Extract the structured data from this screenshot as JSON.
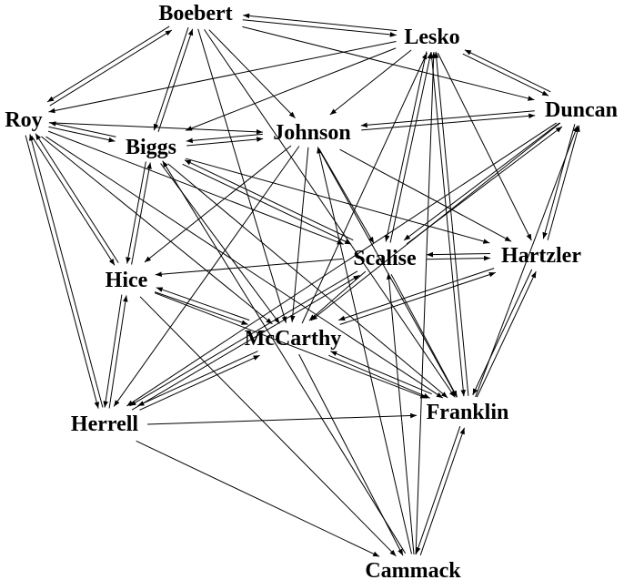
{
  "graph": {
    "nodes": [
      {
        "id": "boebert",
        "label": "Boebert"
      },
      {
        "id": "lesko",
        "label": "Lesko"
      },
      {
        "id": "roy",
        "label": "Roy"
      },
      {
        "id": "duncan",
        "label": "Duncan"
      },
      {
        "id": "johnson",
        "label": "Johnson"
      },
      {
        "id": "biggs",
        "label": "Biggs"
      },
      {
        "id": "scalise",
        "label": "Scalise"
      },
      {
        "id": "hartzler",
        "label": "Hartzler"
      },
      {
        "id": "hice",
        "label": "Hice"
      },
      {
        "id": "mccarthy",
        "label": "McCarthy"
      },
      {
        "id": "herrell",
        "label": "Herrell"
      },
      {
        "id": "franklin",
        "label": "Franklin"
      },
      {
        "id": "cammack",
        "label": "Cammack"
      }
    ],
    "edges": [
      [
        "boebert",
        "lesko"
      ],
      [
        "lesko",
        "boebert"
      ],
      [
        "boebert",
        "roy"
      ],
      [
        "roy",
        "boebert"
      ],
      [
        "boebert",
        "biggs"
      ],
      [
        "biggs",
        "boebert"
      ],
      [
        "boebert",
        "johnson"
      ],
      [
        "boebert",
        "mccarthy"
      ],
      [
        "boebert",
        "franklin"
      ],
      [
        "boebert",
        "duncan"
      ],
      [
        "lesko",
        "roy"
      ],
      [
        "lesko",
        "duncan"
      ],
      [
        "duncan",
        "lesko"
      ],
      [
        "lesko",
        "johnson"
      ],
      [
        "lesko",
        "biggs"
      ],
      [
        "lesko",
        "hartzler"
      ],
      [
        "lesko",
        "franklin"
      ],
      [
        "lesko",
        "scalise"
      ],
      [
        "roy",
        "biggs"
      ],
      [
        "biggs",
        "roy"
      ],
      [
        "roy",
        "johnson"
      ],
      [
        "roy",
        "hice"
      ],
      [
        "hice",
        "roy"
      ],
      [
        "roy",
        "herrell"
      ],
      [
        "herrell",
        "roy"
      ],
      [
        "roy",
        "mccarthy"
      ],
      [
        "roy",
        "scalise"
      ],
      [
        "roy",
        "franklin"
      ],
      [
        "biggs",
        "johnson"
      ],
      [
        "johnson",
        "biggs"
      ],
      [
        "biggs",
        "hice"
      ],
      [
        "hice",
        "biggs"
      ],
      [
        "biggs",
        "mccarthy"
      ],
      [
        "biggs",
        "scalise"
      ],
      [
        "scalise",
        "biggs"
      ],
      [
        "biggs",
        "hartzler"
      ],
      [
        "biggs",
        "franklin"
      ],
      [
        "johnson",
        "duncan"
      ],
      [
        "duncan",
        "johnson"
      ],
      [
        "johnson",
        "scalise"
      ],
      [
        "johnson",
        "mccarthy"
      ],
      [
        "johnson",
        "hice"
      ],
      [
        "johnson",
        "hartzler"
      ],
      [
        "johnson",
        "herrell"
      ],
      [
        "johnson",
        "franklin"
      ],
      [
        "duncan",
        "hartzler"
      ],
      [
        "hartzler",
        "duncan"
      ],
      [
        "duncan",
        "scalise"
      ],
      [
        "duncan",
        "mccarthy"
      ],
      [
        "duncan",
        "herrell"
      ],
      [
        "scalise",
        "hartzler"
      ],
      [
        "hartzler",
        "scalise"
      ],
      [
        "scalise",
        "hice"
      ],
      [
        "scalise",
        "mccarthy"
      ],
      [
        "scalise",
        "herrell"
      ],
      [
        "scalise",
        "lesko"
      ],
      [
        "scalise",
        "duncan"
      ],
      [
        "scalise",
        "franklin"
      ],
      [
        "hartzler",
        "mccarthy"
      ],
      [
        "mccarthy",
        "hartzler"
      ],
      [
        "hartzler",
        "franklin"
      ],
      [
        "franklin",
        "hartzler"
      ],
      [
        "hice",
        "mccarthy"
      ],
      [
        "mccarthy",
        "hice"
      ],
      [
        "hice",
        "herrell"
      ],
      [
        "herrell",
        "hice"
      ],
      [
        "hice",
        "cammack"
      ],
      [
        "hice",
        "franklin"
      ],
      [
        "mccarthy",
        "herrell"
      ],
      [
        "herrell",
        "mccarthy"
      ],
      [
        "mccarthy",
        "franklin"
      ],
      [
        "franklin",
        "mccarthy"
      ],
      [
        "mccarthy",
        "cammack"
      ],
      [
        "mccarthy",
        "lesko"
      ],
      [
        "herrell",
        "franklin"
      ],
      [
        "herrell",
        "cammack"
      ],
      [
        "herrell",
        "scalise"
      ],
      [
        "franklin",
        "cammack"
      ],
      [
        "cammack",
        "franklin"
      ],
      [
        "franklin",
        "lesko"
      ],
      [
        "franklin",
        "duncan"
      ],
      [
        "cammack",
        "scalise"
      ],
      [
        "cammack",
        "johnson"
      ],
      [
        "cammack",
        "biggs"
      ],
      [
        "cammack",
        "lesko"
      ]
    ]
  }
}
